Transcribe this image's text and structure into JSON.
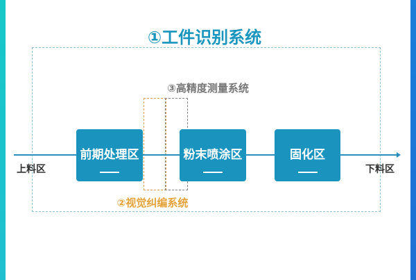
{
  "title": "①工件识别系统",
  "measure_label": "③高精度测量系统",
  "vision_label": "②视觉纠编系统",
  "start_label": "上料区",
  "end_label": "下料区",
  "stages": [
    {
      "label": "前期处理区"
    },
    {
      "label": "粉末喷涂区"
    },
    {
      "label": "固化区"
    }
  ],
  "colors": {
    "accent": "#1a93be",
    "orange": "#e4a23a"
  }
}
